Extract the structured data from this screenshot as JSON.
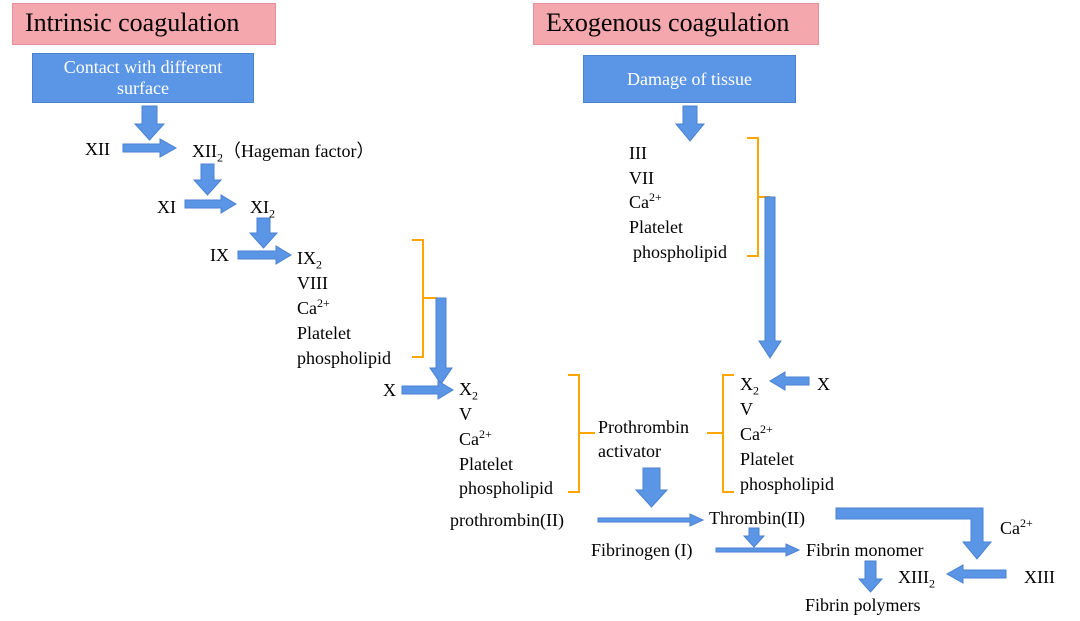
{
  "colors": {
    "title_bg": "#f4a7ad",
    "box_bg": "#5b95e6",
    "arrow": "#5b95e6",
    "bracket": "#ffa500"
  },
  "titles": {
    "intrinsic": "Intrinsic coagulation",
    "exogenous": "Exogenous coagulation"
  },
  "boxes": {
    "contact": "Contact with different surface",
    "damage": "Damage of tissue"
  },
  "intrinsic": {
    "xii": "XII",
    "xii2_main": "XII",
    "xii2_sub": "2",
    "xii2_note": "（Hageman factor）",
    "xi": "XI",
    "xi2_main": "XI",
    "xi2_sub": "2",
    "ix": "IX",
    "ix2_main": "IX",
    "ix2_sub": "2",
    "viii": "VIII",
    "ca_main": "Ca",
    "ca_sup": "2+",
    "platelet": "Platelet",
    "phospholipid": "phospholipid",
    "x": "X",
    "x2_main": "X",
    "x2_sub": "2",
    "v": "V",
    "ca2_main": "Ca",
    "ca2_sup": "2+",
    "platelet2": "Platelet",
    "phospholipid2": "phospholipid"
  },
  "exogenous": {
    "iii": "III",
    "vii": "VII",
    "ca_main": "Ca",
    "ca_sup": "2+",
    "platelet": "Platelet",
    "phospholipid": "phospholipid",
    "x2_main": "X",
    "x2_sub": "2",
    "x": "X",
    "v": "V",
    "ca2_main": "Ca",
    "ca2_sup": "2+",
    "platelet2": "Platelet",
    "phospholipid2": "phospholipid"
  },
  "common": {
    "prothrombin_activator_line1": "Prothrombin",
    "prothrombin_activator_line2": "activator",
    "prothrombin": "prothrombin(II)",
    "thrombin": "Thrombin(II)",
    "fibrinogen": "Fibrinogen (I)",
    "fibrin_monomer": "Fibrin monomer",
    "ca_main": "Ca",
    "ca_sup": "2+",
    "xiii2_main": "XIII",
    "xiii2_sub": "2",
    "xiii": "XIII",
    "fibrin_polymers": "Fibrin polymers"
  }
}
